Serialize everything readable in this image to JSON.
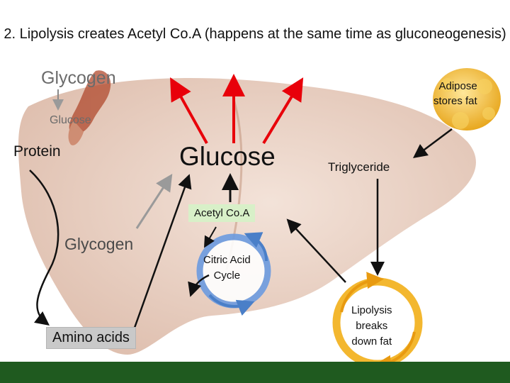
{
  "title": "2.  Lipolysis creates Acetyl Co.A (happens at the same time as gluconeogenesis)",
  "labels": {
    "glycogen_top": "Glycogen",
    "glucose_small": "Glucose",
    "protein": "Protein",
    "glucose_big": "Glucose",
    "triglyceride": "Triglyceride",
    "adipose_line1": "Adipose",
    "adipose_line2": "stores fat",
    "acetyl_coa": "Acetyl Co.A",
    "glycogen_mid": "Glycogen",
    "amino_acids": "Amino acids",
    "citric_line1": "Citric Acid",
    "citric_line2": "Cycle",
    "lipolysis_line1": "Lipolysis",
    "lipolysis_line2": "breaks",
    "lipolysis_line3": "down fat"
  },
  "colors": {
    "red_arrow": "#e8000a",
    "black_arrow": "#111111",
    "gray_arrow": "#9a9a9a",
    "liver": "#c48a6c",
    "muscle": "#b0492e",
    "fat": "#f2c23a",
    "footer": "#1f5a1f",
    "citric_ring": "#5b8fd6",
    "lipolysis_ring": "#f0a818"
  }
}
